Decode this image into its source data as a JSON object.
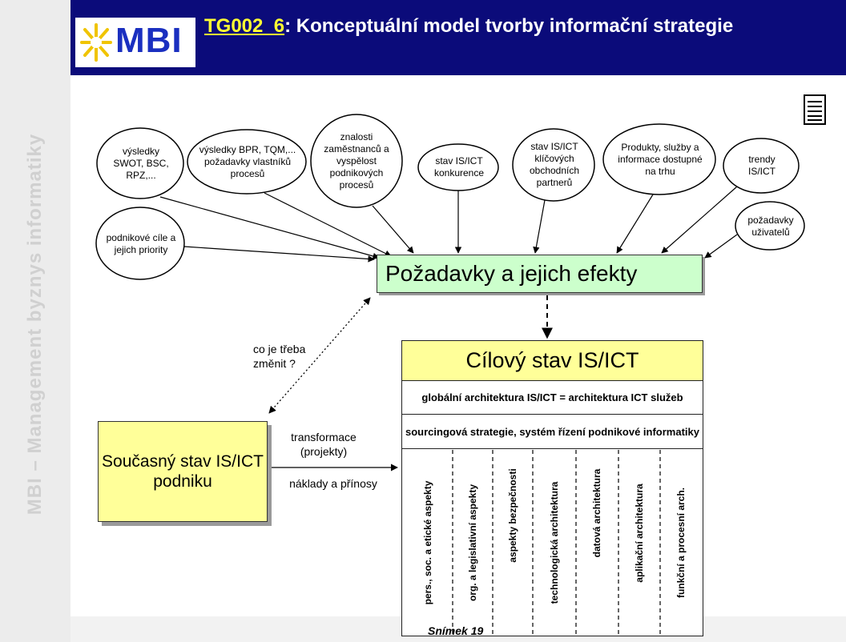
{
  "header": {
    "logo_text": "MBI",
    "title_code": "TG002_6",
    "title_text": ": Konceptuální model tvorby informační strategie"
  },
  "sidebar": {
    "label": "MBI – Management byznys informatiky"
  },
  "inputs": [
    "výsledky SWOT, BSC, RPZ,...",
    "výsledky BPR, TQM,... požadavky vlastníků procesů",
    "znalosti zaměstnanců a vyspělost podnikových procesů",
    "stav IS/ICT konkurence",
    "stav IS/ICT klíčových obchodních partnerů",
    "Produkty, služby a informace dostupné na trhu",
    "trendy IS/ICT",
    "podnikové cíle a jejich priority",
    "požadavky uživatelů"
  ],
  "requirements_box": "Požadavky a jejich efekty",
  "current_state": "Současný stav IS/ICT podniku",
  "change_note": "co je třeba změnit ?",
  "transform_note": "transformace (projekty)",
  "cost_note": "náklady a přínosy",
  "target": {
    "title": "Cílový stav IS/ICT",
    "row1": "globální architektura IS/ICT = architektura ICT služeb",
    "row2": "sourcingová strategie, systém řízení podnikové informatiky",
    "columns": [
      "pers., soc. a etické  aspekty",
      "org. a legislativní aspekty",
      "aspekty bezpečnosti",
      "technologická architektura",
      "datová architektura",
      "aplikační architektura",
      "funkční a procesní arch."
    ]
  },
  "footer": {
    "slide_label": "Snímek 19"
  },
  "colors": {
    "title_bg": "#0b0b7a",
    "title_code": "#ffff33",
    "req_box": "#ccffcc",
    "yellow_box": "#ffff99",
    "logo_blue": "#1a2fc0"
  },
  "icons": {
    "logo_star": "sun-star-icon",
    "document": "document-icon"
  }
}
